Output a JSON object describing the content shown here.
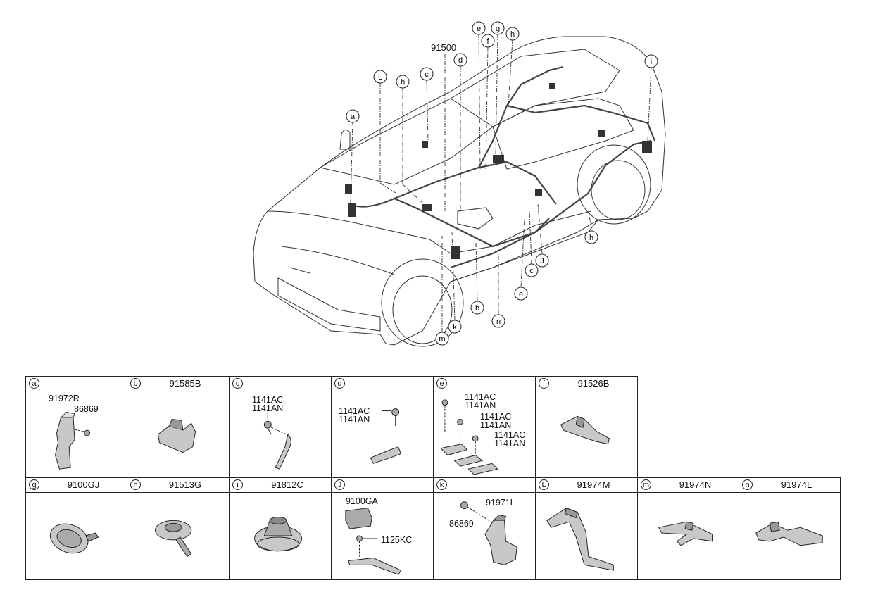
{
  "diagram": {
    "main_part_no": "91500",
    "callouts": [
      "a",
      "b",
      "c",
      "d",
      "e",
      "f",
      "g",
      "h",
      "i",
      "J",
      "k",
      "L",
      "m",
      "n"
    ]
  },
  "cells": [
    {
      "letter": "a",
      "part_no": "",
      "labels": [
        "91972R",
        "86869"
      ]
    },
    {
      "letter": "b",
      "part_no": "91585B",
      "labels": []
    },
    {
      "letter": "c",
      "part_no": "",
      "labels": [
        "1141AC",
        "1141AN"
      ]
    },
    {
      "letter": "d",
      "part_no": "",
      "labels": [
        "1141AC",
        "1141AN"
      ]
    },
    {
      "letter": "e",
      "part_no": "",
      "labels": [
        "1141AC",
        "1141AN",
        "1141AC",
        "1141AN",
        "1141AC",
        "1141AN"
      ]
    },
    {
      "letter": "f",
      "part_no": "91526B",
      "labels": []
    },
    {
      "letter": "g",
      "part_no": "9100GJ",
      "labels": []
    },
    {
      "letter": "h",
      "part_no": "91513G",
      "labels": []
    },
    {
      "letter": "i",
      "part_no": "91812C",
      "labels": []
    },
    {
      "letter": "J",
      "part_no": "",
      "labels": [
        "9100GA",
        "1125KC"
      ]
    },
    {
      "letter": "k",
      "part_no": "",
      "labels": [
        "91971L",
        "86869"
      ]
    },
    {
      "letter": "L",
      "part_no": "91974M",
      "labels": []
    },
    {
      "letter": "m",
      "part_no": "91974N",
      "labels": []
    },
    {
      "letter": "n",
      "part_no": "91974L",
      "labels": []
    }
  ],
  "colors": {
    "line": "#222222",
    "part_fill": "#c8c8c8",
    "part_dark": "#8a8a8a",
    "wire": "#555555"
  }
}
